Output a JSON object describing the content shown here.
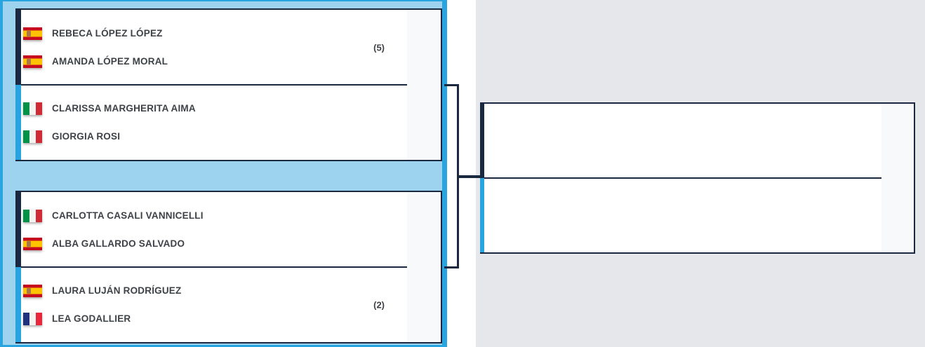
{
  "colors": {
    "panel_blue": "#9dd3ef",
    "accent_cyan": "#29a4de",
    "navy": "#1a2840",
    "background_gray": "#e5e7ea",
    "score_column_gray": "#f8f9fa",
    "text": "#3e4247"
  },
  "bracket": {
    "matches": [
      {
        "teams": [
          {
            "seed": "(5)",
            "players": [
              {
                "flag": "es",
                "name": "REBECA LÓPEZ LÓPEZ"
              },
              {
                "flag": "es",
                "name": "AMANDA LÓPEZ MORAL"
              }
            ]
          },
          {
            "seed": "",
            "players": [
              {
                "flag": "it",
                "name": "CLARISSA MARGHERITA AIMA"
              },
              {
                "flag": "it",
                "name": "GIORGIA ROSI"
              }
            ]
          }
        ]
      },
      {
        "teams": [
          {
            "seed": "",
            "players": [
              {
                "flag": "it",
                "name": "CARLOTTA CASALI VANNICELLI"
              },
              {
                "flag": "es",
                "name": "ALBA GALLARDO SALVADO"
              }
            ]
          },
          {
            "seed": "(2)",
            "players": [
              {
                "flag": "es",
                "name": "LAURA LUJÁN RODRÍGUEZ"
              },
              {
                "flag": "fr",
                "name": "LEA GODALLIER"
              }
            ]
          }
        ]
      }
    ],
    "next_match": {
      "teams": [
        {
          "seed": "",
          "players": []
        },
        {
          "seed": "",
          "players": []
        }
      ]
    }
  }
}
